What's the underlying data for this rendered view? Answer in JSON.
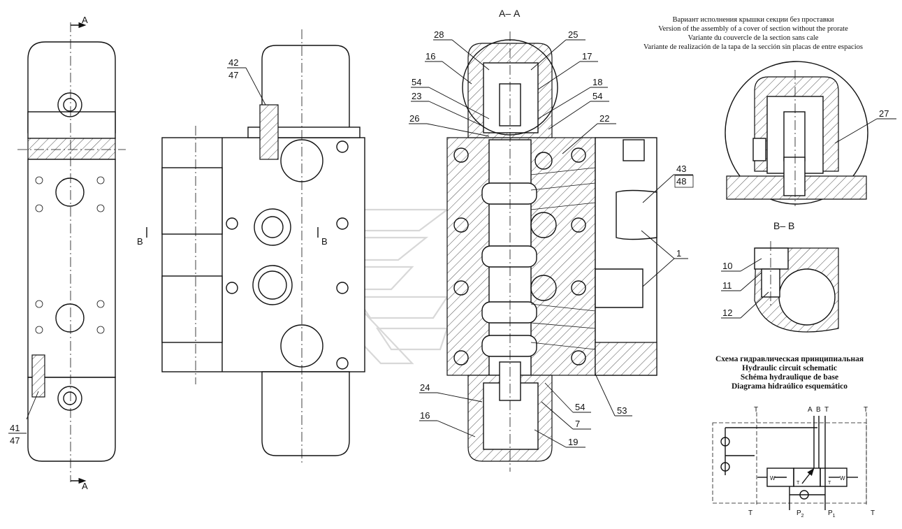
{
  "sections": {
    "aa": "А– А",
    "bb": "В– В",
    "a_top": "А",
    "a_bottom": "А",
    "b_left": "В",
    "b_right": "В"
  },
  "variant_note": [
    "Вариант исполнения крышки секции без проставки",
    "Version of the assembly of a cover of section without the prorate",
    "Variante du couvercle de la section sans cale",
    "Variante de realización de la tapa de la sección sin placas de entre espacios"
  ],
  "schematic_title": [
    "Схема гидравлическая принципиальная",
    "Hydraulic circuit schematic",
    "Schéma hydraulique de base",
    "Diagrama hidraúlico esquemático"
  ],
  "parts": {
    "p42": "42",
    "p47a": "47",
    "p41": "41",
    "p47b": "47",
    "p28": "28",
    "p25": "25",
    "p16a": "16",
    "p17": "17",
    "p54a": "54",
    "p23": "23",
    "p18": "18",
    "p54b": "54",
    "p26": "26",
    "p22": "22",
    "p43": "43",
    "p48": "48",
    "p1": "1",
    "p24": "24",
    "p16b": "16",
    "p54c": "54",
    "p7": "7",
    "p19": "19",
    "p53": "53",
    "p27": "27",
    "p10": "10",
    "p11": "11",
    "p12": "12"
  },
  "ports": {
    "t1": "T",
    "a": "A",
    "b": "B",
    "t2": "T",
    "t3": "T",
    "t4": "T",
    "p2": "P",
    "p2_sub": "2",
    "p1": "P",
    "p1_sub": "1",
    "t5": "T",
    "w_left": "W",
    "w_right": "W",
    "t_in1": "T",
    "t_in2": "T"
  }
}
